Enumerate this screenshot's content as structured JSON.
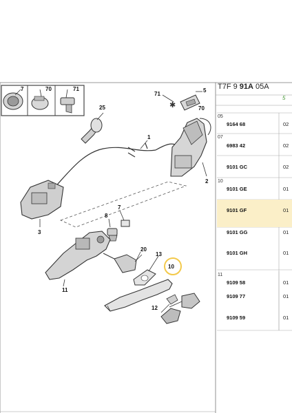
{
  "header": {
    "prefix": "T7F 9 ",
    "bold": "91A",
    "suffix": " 05A",
    "sub": "5"
  },
  "callouts": {
    "c7a": "7",
    "c70a": "70",
    "c71a": "71",
    "c25": "25",
    "c1": "1",
    "c71b": "71",
    "c5": "5",
    "c70b": "70",
    "c2": "2",
    "c3": "3",
    "c8": "8",
    "c7b": "7",
    "c11": "11",
    "c20": "20",
    "c13": "13",
    "c10": "10",
    "c12": "12"
  },
  "rows": [
    {
      "sec": "05",
      "part": "9164 68",
      "qty": "02"
    },
    {
      "sec": "07",
      "part": "6983 42",
      "qty": "02"
    },
    {
      "sec": "",
      "part": "9101 GC",
      "qty": "02"
    },
    {
      "sec": "10",
      "part": "9101 GE",
      "qty": "01"
    },
    {
      "sec": "",
      "part": "9101 GF",
      "qty": "01"
    },
    {
      "sec": "",
      "part": "9101 GG",
      "qty": "01"
    },
    {
      "sec": "",
      "part": "9101 GH",
      "qty": "01"
    },
    {
      "sec": "11",
      "part": "9109 58",
      "qty": "01"
    },
    {
      "sec": "",
      "part": "9109 77",
      "qty": "01"
    },
    {
      "sec": "",
      "part": "9109 59",
      "qty": "01"
    }
  ],
  "colors": {
    "highlight": "#fbefc8",
    "accent_green": "#4a9a3a",
    "callout_ring": "#f3c94a"
  }
}
